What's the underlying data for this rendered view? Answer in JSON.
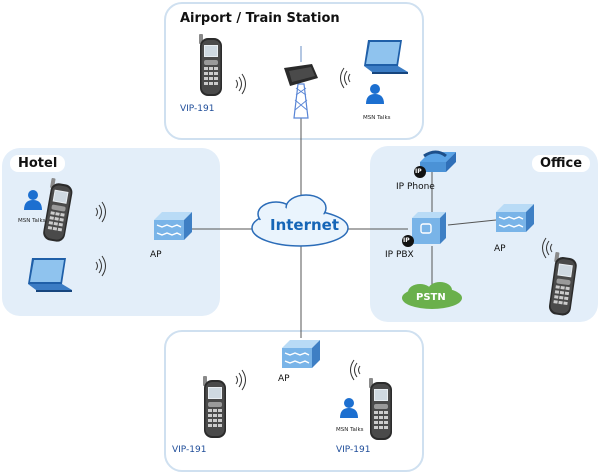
{
  "zones": {
    "airport": {
      "title": "Airport / Train Station",
      "phone_label": "VIP-191",
      "person_label": "MSN Talks"
    },
    "hotel": {
      "title": "Hotel",
      "person_label": "MSN Talks",
      "ap_label": "AP"
    },
    "office": {
      "title": "Office",
      "ip_phone_label": "IP Phone",
      "ip_pbx_label": "IP PBX",
      "ap_label": "AP",
      "ip_badge": "IP"
    },
    "bottom": {
      "ap_label": "AP",
      "phone_label_left": "VIP-191",
      "phone_label_right": "VIP-191",
      "person_label": "MSN Talks"
    }
  },
  "internet": {
    "label": "Internet"
  },
  "pstn": {
    "label": "PSTN"
  },
  "colors": {
    "panel_blue": "#e3eef9",
    "panel_outline": "#cfe0f0",
    "link": "#555555",
    "internet_text": "#1565b7",
    "pstn_green": "#6ab04c",
    "vip_text": "#1f4d99"
  },
  "icons": [
    "phone-icon",
    "laptop-icon",
    "person-icon",
    "access-point-icon",
    "antenna-tower-icon",
    "ip-phone-icon",
    "ip-pbx-icon",
    "cloud-icon",
    "wireless-signal-icon"
  ]
}
